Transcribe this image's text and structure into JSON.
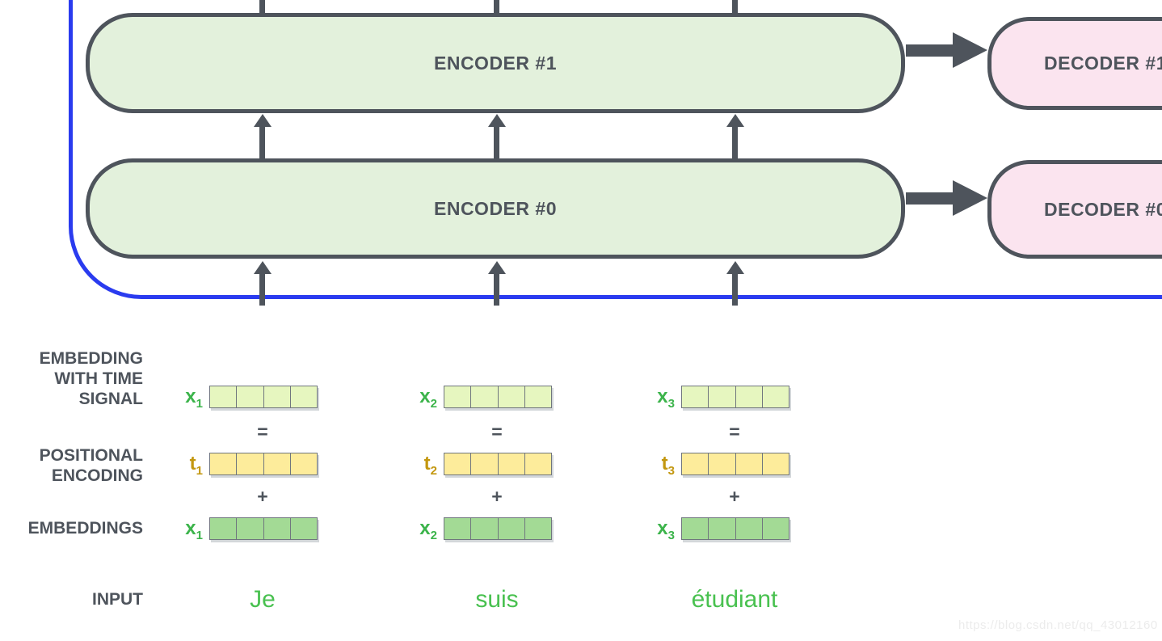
{
  "colors": {
    "outline": "#4e545c",
    "encoder_fill": "#e3f1dc",
    "decoder_fill": "#fbe4ef",
    "blue_frame": "#2a3bef",
    "green_label": "#3cb44b",
    "gold_label": "#c3970f",
    "input_green": "#49c150",
    "time_signal_cell": "#e6f6bf",
    "positional_cell": "#fdec9b",
    "embedding_cell": "#a3da95"
  },
  "stack": {
    "encoders": [
      {
        "label": "ENCODER #1"
      },
      {
        "label": "ENCODER #0"
      }
    ],
    "decoders": [
      {
        "label": "DECODER #1"
      },
      {
        "label": "DECODER #0"
      }
    ]
  },
  "section_labels": {
    "time_signal_lines": [
      "EMBEDDING",
      "WITH TIME",
      "SIGNAL"
    ],
    "positional_lines": [
      "POSITIONAL",
      "ENCODING"
    ],
    "embeddings": "EMBEDDINGS",
    "input": "INPUT"
  },
  "operators": {
    "equals": "=",
    "plus": "+"
  },
  "columns": [
    {
      "x_symbol": "x",
      "t_symbol": "t",
      "sub": "1",
      "word": "Je"
    },
    {
      "x_symbol": "x",
      "t_symbol": "t",
      "sub": "2",
      "word": "suis"
    },
    {
      "x_symbol": "x",
      "t_symbol": "t",
      "sub": "3",
      "word": "étudiant"
    }
  ],
  "cells_per_vector": 4,
  "watermark": "https://blog.csdn.net/qq_43012160"
}
